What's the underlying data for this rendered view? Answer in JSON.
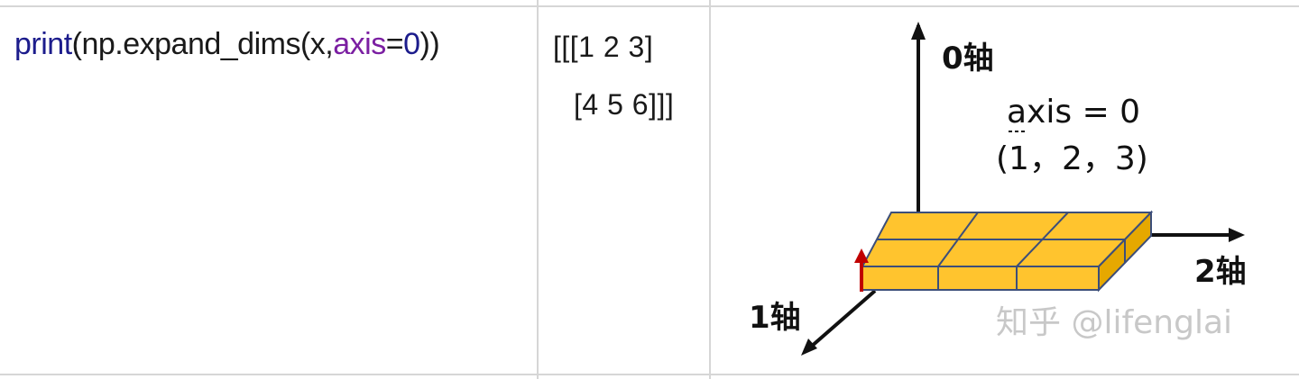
{
  "code": {
    "fn": "print",
    "open": "(np.expand_dims(x,",
    "kw": "axis",
    "eq": "=",
    "num": "0",
    "close": "))"
  },
  "output": {
    "line1": "[[[1 2 3]",
    "line2": "[4 5 6]]]"
  },
  "diagram": {
    "axis0_label": "0轴",
    "axis1_label": "1轴",
    "axis2_label": "2轴",
    "annotation_axis": "axis = 0",
    "annotation_shape": "(1，2，3)",
    "block_fill": "#FFC42E",
    "block_side": "#E6A800",
    "block_edge": "#3C4E7A",
    "highlight_arrow": "#C00000"
  },
  "watermark": "知乎 @lifenglai"
}
